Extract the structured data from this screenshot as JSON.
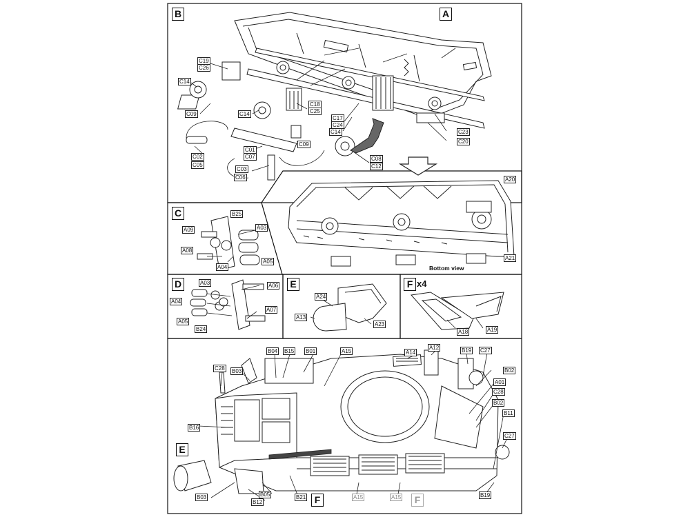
{
  "steps": {
    "A": "A",
    "B": "B",
    "C": "C",
    "D": "D",
    "E": "E",
    "F": "F",
    "F_bottom_1": "F",
    "F_bottom_2": "F",
    "E_bottom": "E"
  },
  "multiplier": "x4",
  "bottom_view_caption": "Bottom view",
  "parts_b": {
    "c19": "C19",
    "c26": "C26",
    "c14a": "C14",
    "c09a": "C09",
    "c14b": "C14",
    "c18": "C18",
    "c25": "C25",
    "c17": "C17",
    "c24": "C24",
    "c14c": "C14",
    "c01": "C01",
    "c07": "C07",
    "c09b": "C09",
    "c02": "C02",
    "c05": "C05",
    "c03": "C03",
    "c06": "C06",
    "c08": "C08",
    "c12": "C12",
    "c23": "C23",
    "c20": "C20"
  },
  "parts_bottom_view": {
    "a20": "A20",
    "a21": "A21"
  },
  "parts_c": {
    "b25": "B25",
    "a09": "A09",
    "a03": "A03",
    "a08": "A08",
    "a04": "A04",
    "a05": "A05"
  },
  "parts_d": {
    "a03": "A03",
    "a06": "A06",
    "a04": "A04",
    "a07": "A07",
    "a05": "A05",
    "b24": "B24"
  },
  "parts_e": {
    "a24": "A24",
    "a13": "A13",
    "a23": "A23"
  },
  "parts_f": {
    "a18": "A18",
    "a19": "A19"
  },
  "parts_main": {
    "c28a": "C28",
    "b03a": "B03",
    "b04": "B04",
    "b15": "B15",
    "b01": "B01",
    "a15a": "A15",
    "a14": "A14",
    "a12": "A12",
    "b19a": "B19",
    "c27a": "C27",
    "b02a": "B02",
    "a01": "A01",
    "c28b": "C28",
    "b02b": "B02",
    "b11": "B11",
    "c27b": "C27",
    "b16": "B16",
    "b03b": "B03",
    "b12": "B12",
    "b05": "B05",
    "b21": "B21",
    "a15b": "A15",
    "a15c": "A15",
    "b19b": "B19"
  }
}
